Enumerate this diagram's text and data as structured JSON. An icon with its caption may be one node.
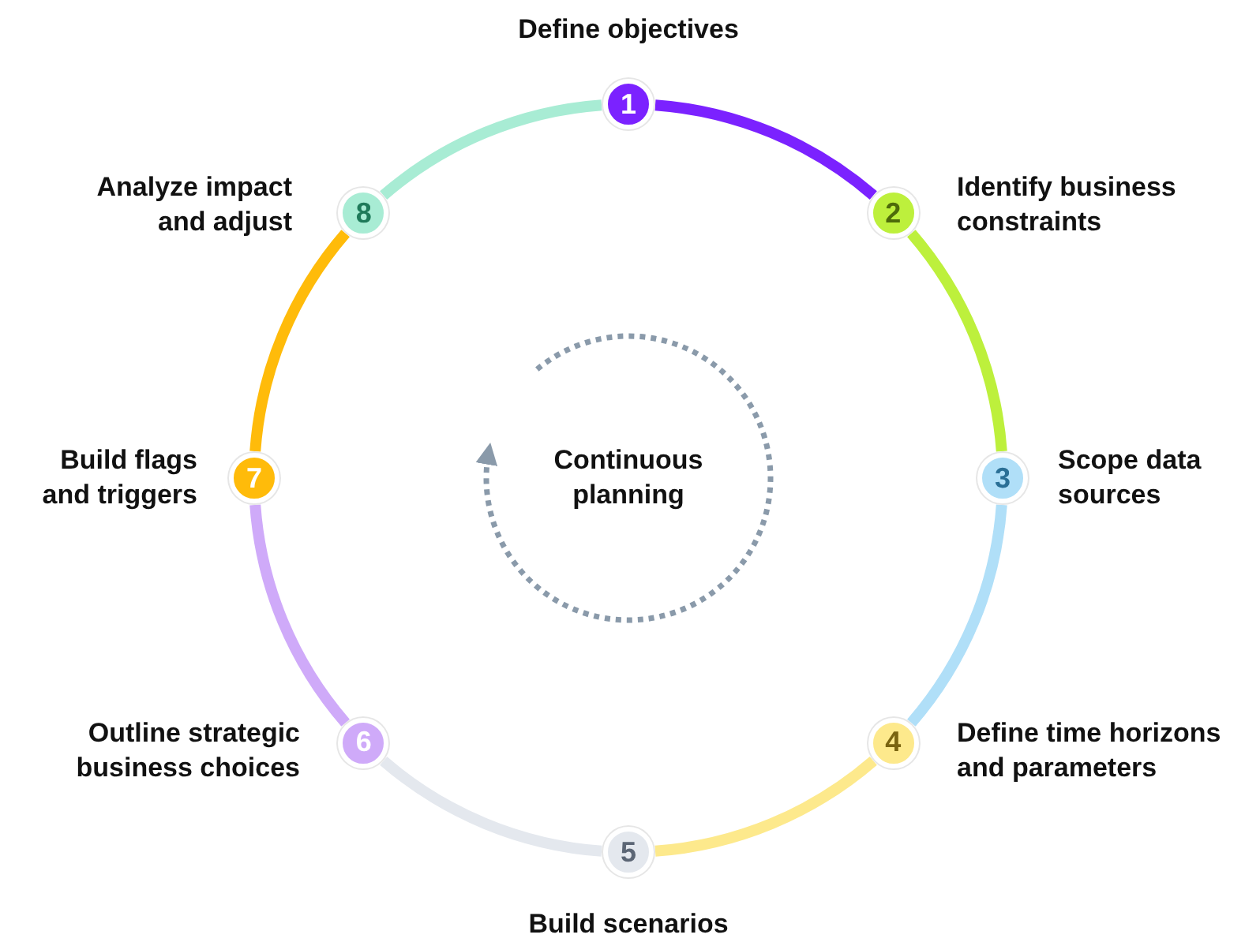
{
  "diagram": {
    "nodes": [
      {
        "text": [
          "1"
        ],
        "beside": [
          "Define objectives"
        ]
      },
      {
        "text": [
          "2"
        ],
        "beside": [
          "Identify business constraints"
        ]
      },
      {
        "text": [
          "3"
        ],
        "beside": [
          "Scope data sources"
        ]
      },
      {
        "text": [
          "4"
        ],
        "beside": [
          "Define time horizons and parameters"
        ]
      },
      {
        "text": [
          "5"
        ],
        "beside": [
          "Build scenarios"
        ]
      },
      {
        "text": [
          "6"
        ],
        "beside": [
          "Outline strategic business choices"
        ]
      },
      {
        "text": [
          "7"
        ],
        "beside": [
          "Build flags and triggers"
        ]
      },
      {
        "text": [
          "8"
        ],
        "beside": [
          "Analyze impact and adjust"
        ]
      }
    ],
    "edges": [
      {
        "from": 0,
        "to": 1,
        "arrow": "none",
        "color": "#7b22ff"
      },
      {
        "from": 1,
        "to": 2,
        "arrow": "none",
        "color": "#bdf03c"
      },
      {
        "from": 2,
        "to": 3,
        "arrow": "none",
        "color": "#b0dff8"
      },
      {
        "from": 3,
        "to": 4,
        "arrow": "none",
        "color": "#fde98c"
      },
      {
        "from": 4,
        "to": 5,
        "arrow": "none",
        "color": "#e4e8ee"
      },
      {
        "from": 5,
        "to": 6,
        "arrow": "none",
        "color": "#cfaaf9"
      },
      {
        "from": 6,
        "to": 7,
        "arrow": "none",
        "color": "#ffbb0a"
      },
      {
        "from": 7,
        "to": 0,
        "arrow": "none",
        "color": "#a8ecd4"
      }
    ],
    "labels": [
      "Continuous planning"
    ]
  }
}
